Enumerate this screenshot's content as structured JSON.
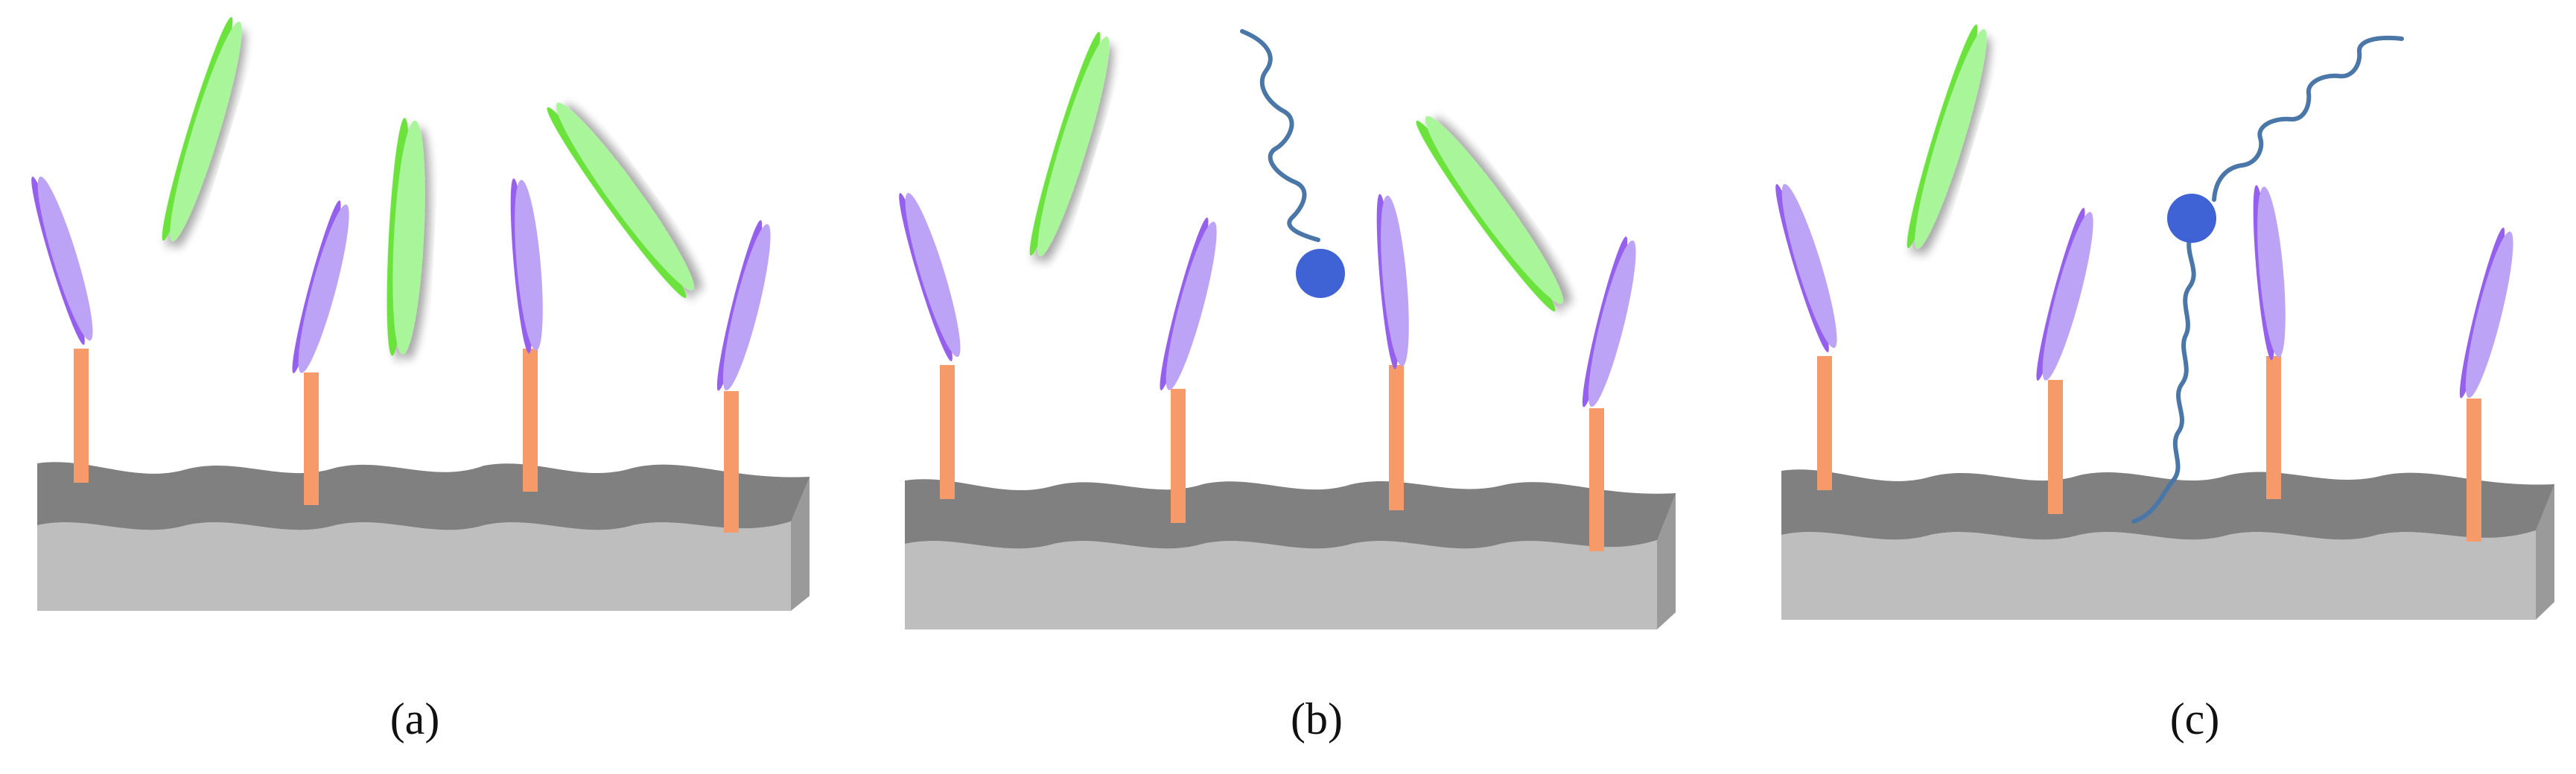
{
  "panels": [
    {
      "id": "a",
      "caption": "(a)"
    },
    {
      "id": "b",
      "caption": "(b)"
    },
    {
      "id": "c",
      "caption": "(c)"
    }
  ],
  "colors": {
    "substrate_top": "#808080",
    "substrate_front": "#bebebe",
    "substrate_side": "#9a9a9a",
    "stem": "#f79a6a",
    "probe_light": "#bda3f5",
    "probe_dark": "#9660ef",
    "target_light": "#a9f59a",
    "target_dark": "#6ce23d",
    "molecule_bead": "#3f63d4",
    "molecule_tail": "#4a77a8"
  },
  "icons": [
    "surface-block",
    "linker-stem",
    "probe-blade",
    "target-blade",
    "bead-tail-molecule"
  ]
}
